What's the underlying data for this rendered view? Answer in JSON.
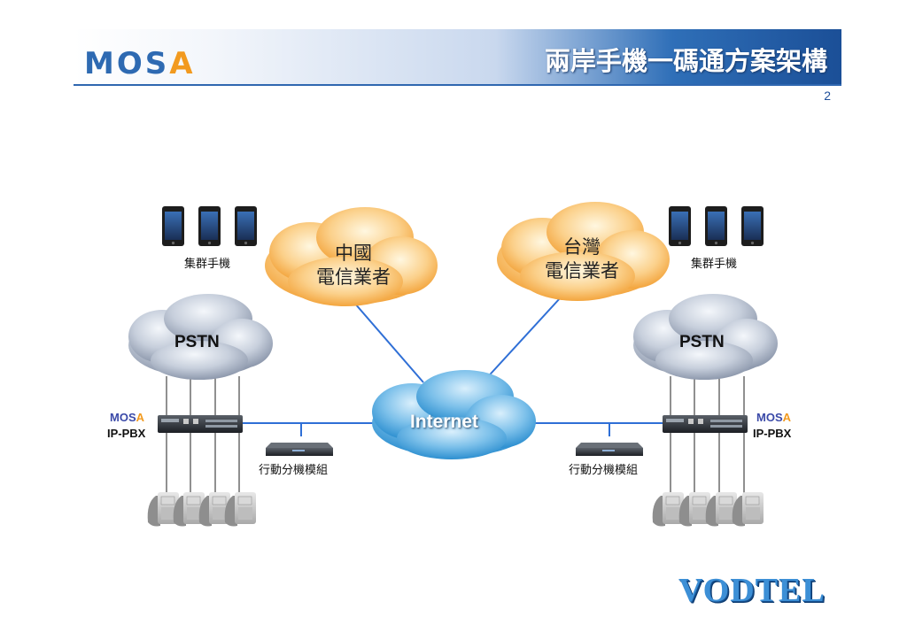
{
  "header": {
    "logo_main": "MOS",
    "logo_accent": "A",
    "title": "兩岸手機一碼通方案架構",
    "page_number": "2"
  },
  "clouds": {
    "china_line1": "中國",
    "china_line2": "電信業者",
    "taiwan_line1": "台灣",
    "taiwan_line2": "電信業者",
    "pstn_left": "PSTN",
    "pstn_right": "PSTN",
    "internet": "Internet"
  },
  "labels": {
    "phones_left": "集群手機",
    "phones_right": "集群手機",
    "module_left": "行動分機模組",
    "module_right": "行動分機模組",
    "pbx_brand_main": "MOS",
    "pbx_brand_accent": "A",
    "pbx_left": "IP-PBX",
    "pbx_right": "IP-PBX"
  },
  "footer": {
    "brand": "VODTEL"
  },
  "colors": {
    "orange_cloud": "#f7b45a",
    "gray_cloud": "#aeb8c8",
    "blue_cloud": "#4aa3df",
    "link_blue": "#2f6fd6",
    "brand_blue": "#2e6ab2",
    "brand_orange": "#f29a1f"
  }
}
